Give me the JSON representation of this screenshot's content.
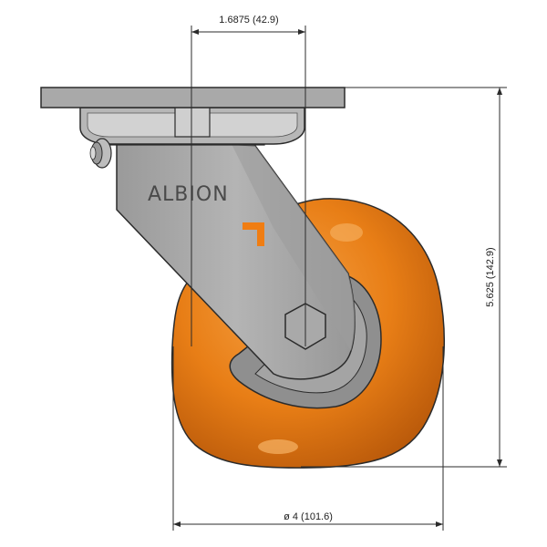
{
  "brand": {
    "name": "ALBION",
    "logo_color": "#f07d12"
  },
  "dimensions": {
    "top_width": "1.6875 (42.9)",
    "height": "5.625 (142.9)",
    "wheel_diameter": "ø 4 (101.6)"
  },
  "colors": {
    "metal": "#a7a7a7",
    "metal_dark": "#8e8e8e",
    "wheel": "#e87e16",
    "wheel_dark": "#c9650a",
    "outline": "#2b2b2b"
  }
}
